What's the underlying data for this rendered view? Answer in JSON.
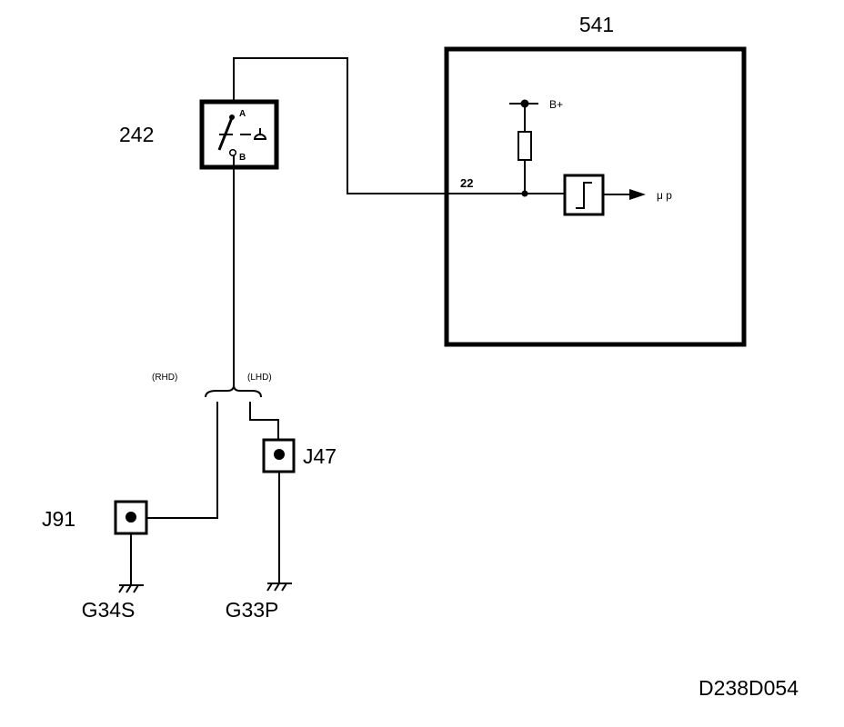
{
  "components": {
    "ecu": {
      "id": "541",
      "pin": "22",
      "supply": "B+",
      "output": "μ p"
    },
    "switch": {
      "id": "242",
      "terminal_a": "A",
      "terminal_b": "B"
    },
    "variants": {
      "rhd": "(RHD)",
      "lhd": "(LHD)"
    },
    "connectors": {
      "j91": "J91",
      "j47": "J47"
    },
    "grounds": {
      "g34s": "G34S",
      "g33p": "G33P"
    }
  },
  "drawing_number": "D238D054"
}
